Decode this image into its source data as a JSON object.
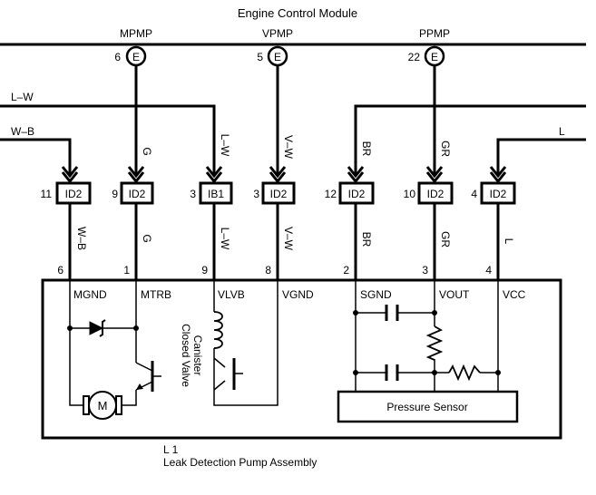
{
  "title": "Engine Control Module",
  "ecm_terminals": [
    {
      "name": "MPMP",
      "pin": "6",
      "symbol": "E"
    },
    {
      "name": "VPMP",
      "pin": "5",
      "symbol": "E"
    },
    {
      "name": "PPMP",
      "pin": "22",
      "symbol": "E"
    }
  ],
  "side_wires": [
    {
      "label": "L–W"
    },
    {
      "label": "W–B"
    },
    {
      "label": "L"
    }
  ],
  "wire_colors_upper": [
    "G",
    "L–W",
    "V–W",
    "BR",
    "GR"
  ],
  "connectors": [
    {
      "pin": "11",
      "id": "ID2"
    },
    {
      "pin": "9",
      "id": "ID2"
    },
    {
      "pin": "3",
      "id": "IB1"
    },
    {
      "pin": "3",
      "id": "ID2"
    },
    {
      "pin": "12",
      "id": "ID2"
    },
    {
      "pin": "10",
      "id": "ID2"
    },
    {
      "pin": "4",
      "id": "ID2"
    }
  ],
  "wire_colors_lower": [
    "W–B",
    "G",
    "L–W",
    "V–W",
    "BR",
    "GR",
    "L"
  ],
  "assembly_pins": [
    {
      "pin": "6",
      "name": "MGND"
    },
    {
      "pin": "1",
      "name": "MTRB"
    },
    {
      "pin": "9",
      "name": "VLVB"
    },
    {
      "pin": "8",
      "name": "VGND"
    },
    {
      "pin": "2",
      "name": "SGND"
    },
    {
      "pin": "3",
      "name": "VOUT"
    },
    {
      "pin": "4",
      "name": "VCC"
    }
  ],
  "motor_label": "M",
  "valve_label_1": "Canister",
  "valve_label_2": "Closed Valve",
  "sensor_label": "Pressure Sensor",
  "assembly_code": "L 1",
  "assembly_name": "Leak Detection Pump Assembly"
}
